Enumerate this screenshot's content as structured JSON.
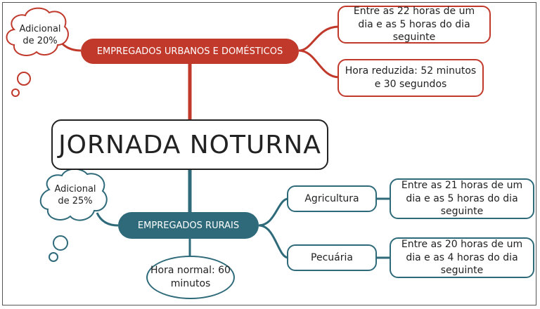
{
  "central": {
    "title": "JORNADA NOTURNA"
  },
  "urban": {
    "label": "EMPREGADOS URBANOS E DOMÉSTICOS",
    "note": "Adicional de 20%",
    "details": [
      "Entre as 22 horas de um dia e as 5 horas do dia seguinte",
      "Hora reduzida: 52 minutos e 30 segundos"
    ]
  },
  "rural": {
    "label": "EMPREGADOS RURAIS",
    "note": "Adicional de 25%",
    "normal_hour": "Hora normal: 60 minutos",
    "branches": [
      {
        "name": "Agricultura",
        "detail": "Entre as 21 horas de um dia e as 5 horas do dia seguinte"
      },
      {
        "name": "Pecuária",
        "detail": "Entre as 20 horas de um dia e as 4 horas do dia seguinte"
      }
    ]
  },
  "colors": {
    "urban": "#c0392b",
    "rural": "#2e6a7a",
    "text": "#222222"
  }
}
